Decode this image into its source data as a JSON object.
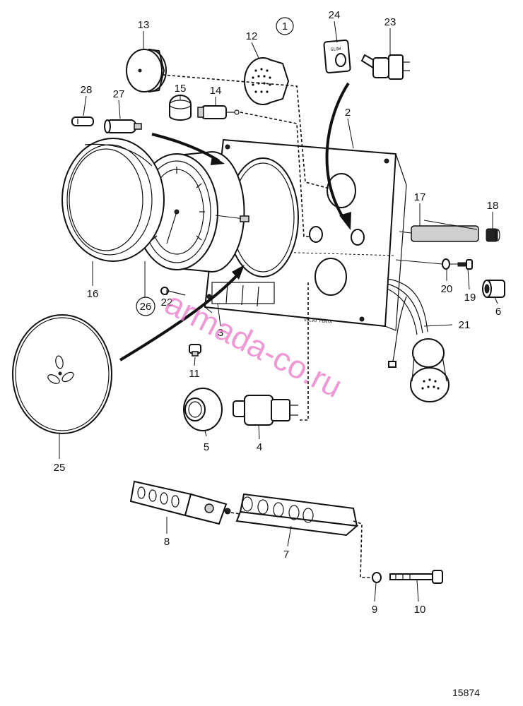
{
  "diagram": {
    "group_label": "1",
    "drawing_number": "15874",
    "watermark": "armada-co.ru",
    "glow_label": "GLOW",
    "panel_text": "VOLVO PENTA",
    "callouts": [
      {
        "id": "c1",
        "text": "1"
      },
      {
        "id": "c2",
        "text": "2"
      },
      {
        "id": "c3",
        "text": "3"
      },
      {
        "id": "c4",
        "text": "4"
      },
      {
        "id": "c5",
        "text": "5"
      },
      {
        "id": "c6",
        "text": "6"
      },
      {
        "id": "c7",
        "text": "7"
      },
      {
        "id": "c8",
        "text": "8"
      },
      {
        "id": "c9",
        "text": "9"
      },
      {
        "id": "c10",
        "text": "10"
      },
      {
        "id": "c11",
        "text": "11"
      },
      {
        "id": "c12",
        "text": "12"
      },
      {
        "id": "c13",
        "text": "13"
      },
      {
        "id": "c14",
        "text": "14"
      },
      {
        "id": "c15",
        "text": "15"
      },
      {
        "id": "c16",
        "text": "16"
      },
      {
        "id": "c17",
        "text": "17"
      },
      {
        "id": "c18",
        "text": "18"
      },
      {
        "id": "c19",
        "text": "19"
      },
      {
        "id": "c20",
        "text": "20"
      },
      {
        "id": "c21",
        "text": "21"
      },
      {
        "id": "c22",
        "text": "22"
      },
      {
        "id": "c23",
        "text": "23"
      },
      {
        "id": "c24",
        "text": "24"
      },
      {
        "id": "c25",
        "text": "25"
      },
      {
        "id": "c26",
        "text": "26"
      },
      {
        "id": "c27",
        "text": "27"
      },
      {
        "id": "c28",
        "text": "28"
      }
    ]
  }
}
